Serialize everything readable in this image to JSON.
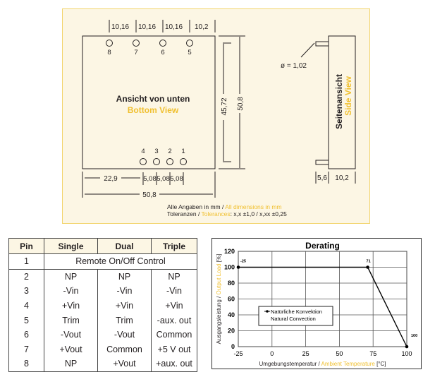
{
  "colors": {
    "accent": "#f0c030",
    "panel_bg": "#fcf6e4",
    "panel_border": "#f2d46b",
    "text": "#231f20"
  },
  "drawing": {
    "top_dims": [
      "10,16",
      "10,16",
      "10,16",
      "10,2"
    ],
    "top_pins": [
      "8",
      "7",
      "6",
      "5"
    ],
    "bottom_pins": [
      "4",
      "3",
      "2",
      "1"
    ],
    "bottom_dims": {
      "offset": "22,9",
      "pitch": [
        "5,08",
        "5,08",
        "5,08"
      ],
      "width": "50,8"
    },
    "vertical_dims": {
      "inner": "45,72",
      "outer": "50,8"
    },
    "bottom_view": {
      "title_de": "Ansicht von unten",
      "title_en": "Bottom View"
    },
    "side_view": {
      "title_de": "Seitenansicht",
      "title_en": "Side View",
      "dims": [
        "5,6",
        "10,2"
      ],
      "diameter": "ø = 1,02"
    },
    "notes": {
      "line1_de": "Alle Angaben in mm / ",
      "line1_en": "All dimensions in mm",
      "line2_de": "Toleranzen / ",
      "line2_en": "Tolerances",
      "line2_values": ": x,x ±1,0 / x,xx ±0,25"
    }
  },
  "pin_table": {
    "headers": [
      "Pin",
      "Single",
      "Dual",
      "Triple"
    ],
    "row1": {
      "pin": "1",
      "span_text": "Remote On/Off Control"
    },
    "rows": [
      [
        "2",
        "NP",
        "NP",
        "NP"
      ],
      [
        "3",
        "-Vin",
        "-Vin",
        "-Vin"
      ],
      [
        "4",
        "+Vin",
        "+Vin",
        "+Vin"
      ],
      [
        "5",
        "Trim",
        "Trim",
        "-aux. out"
      ],
      [
        "6",
        "-Vout",
        "-Vout",
        "Common"
      ],
      [
        "7",
        "+Vout",
        "Common",
        "+5 V out"
      ],
      [
        "8",
        "NP",
        "+Vout",
        "+aux. out"
      ]
    ]
  },
  "chart_data": {
    "type": "line",
    "title": "Derating",
    "xlabel_de": "Umgebungstemperatur / ",
    "xlabel_en": "Ambient Temperature",
    "xlabel_unit": " [°C]",
    "ylabel_de": "Ausgangsleistung / ",
    "ylabel_en": "Output Load",
    "ylabel_unit": " [%]",
    "xlim": [
      -25,
      100
    ],
    "ylim": [
      0,
      120
    ],
    "xticks": [
      -25,
      0,
      25,
      50,
      75,
      100
    ],
    "yticks": [
      0,
      20,
      40,
      60,
      80,
      100,
      120
    ],
    "grid": true,
    "legend_placement": "center-left",
    "series": [
      {
        "name": "Natürliche Konvektion",
        "name_en": "Natural Convection",
        "x": [
          -25,
          71,
          100
        ],
        "y": [
          100,
          100,
          0
        ],
        "point_labels": [
          "-25",
          "71",
          "100"
        ]
      }
    ]
  }
}
